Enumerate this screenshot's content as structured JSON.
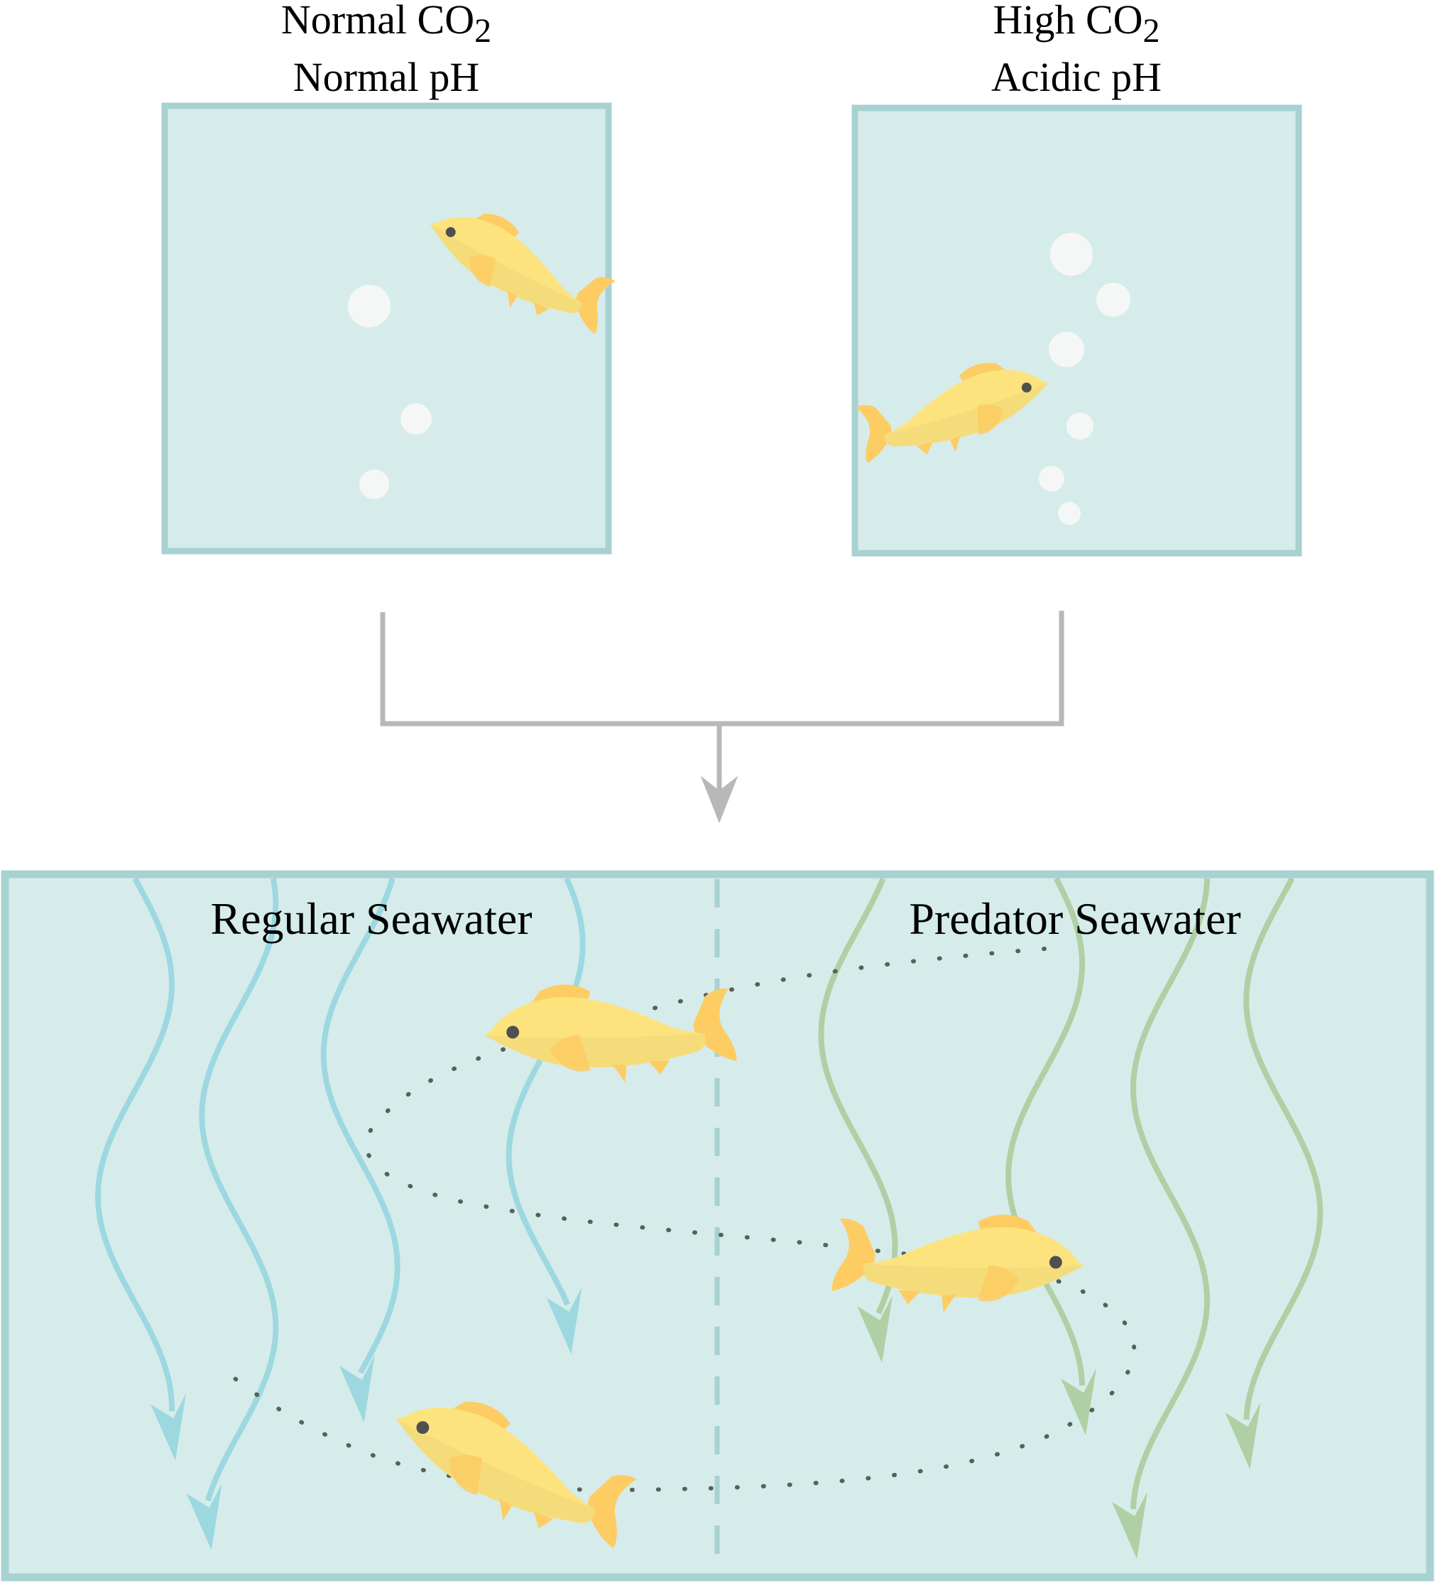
{
  "panels": {
    "left": {
      "line1": "Normal CO",
      "sub": "2",
      "line2": "Normal pH"
    },
    "right": {
      "line1": "High CO",
      "sub": "2",
      "line2": "Acidic pH"
    }
  },
  "flume": {
    "left_label": "Regular Seawater",
    "right_label": "Predator Seawater"
  },
  "colors": {
    "water": "#d6ecea",
    "border": "#a8d1d1",
    "fish_body": "#fde37e",
    "fish_fin": "#fdcc63",
    "regular_current": "#9dd8e0",
    "predator_current": "#aed0a4",
    "connector": "#b8b8b8",
    "path_dots": "#5a5f55"
  }
}
